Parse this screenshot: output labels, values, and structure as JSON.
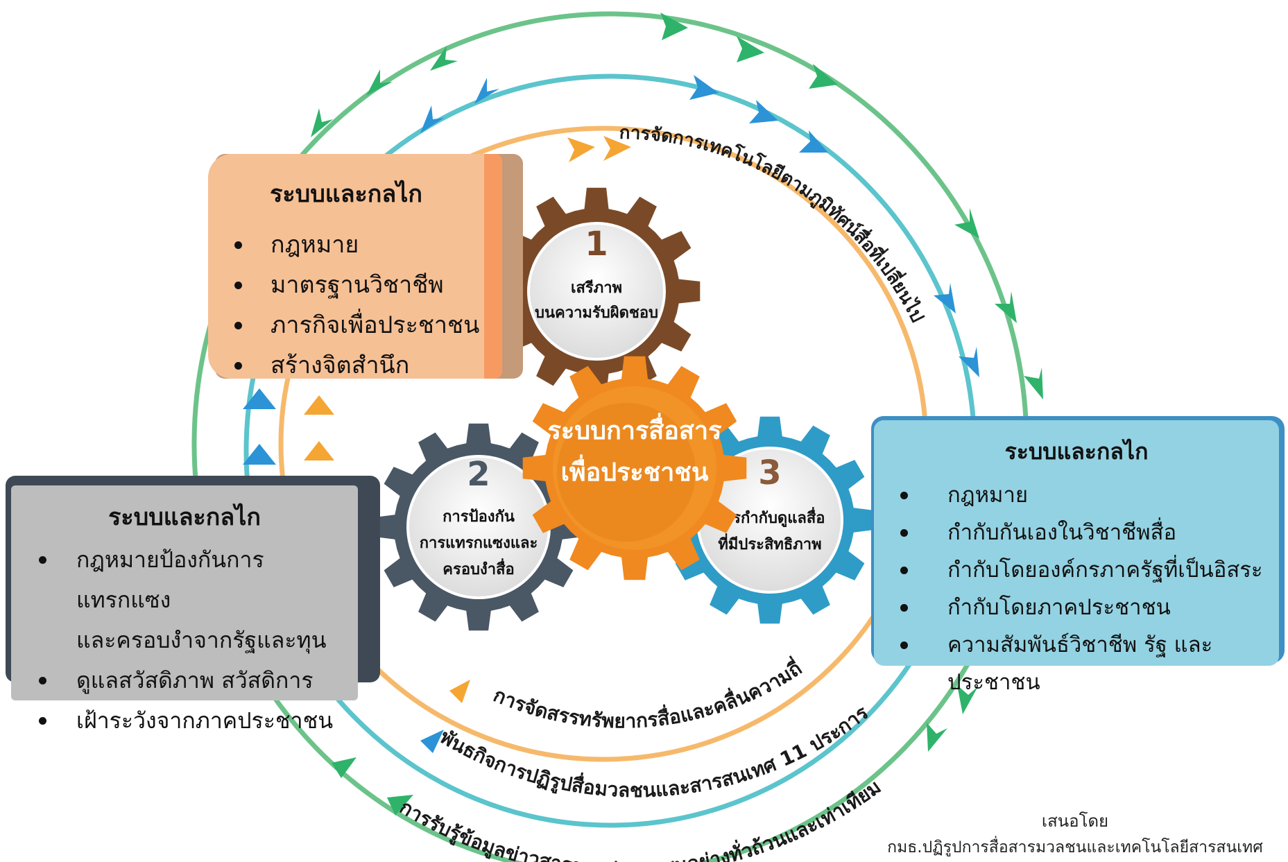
{
  "top_title_fragment": "...ฐ...",
  "core": {
    "title_line1": "ระบบการสื่อสาร",
    "title_line2": "เพื่อประชาชน"
  },
  "gears": [
    {
      "number": "1",
      "line1": "เสรีภาพ",
      "line2": "บนความรับผิดชอบ",
      "color": "#7a4a28"
    },
    {
      "number": "2",
      "line1": "การป้องกัน",
      "line2": "การแทรกแซงและ",
      "line3": "ครอบงำสื่อ",
      "color": "#4a5765"
    },
    {
      "number": "3",
      "line1": "การกำกับดูแลสื่อ",
      "line2": "ที่มีประสิทธิภาพ",
      "color": "#2e9cc7"
    }
  ],
  "rings": {
    "inner": {
      "label": "การจัดการเทคโนโลยีตามภูมิทัศน์สื่อที่เปลี่ยนไป",
      "label_bottom": "การจัดสรรทรัพยากรสื่อและคลื่นความถี่",
      "color": "#f6b96b"
    },
    "middle": {
      "label": "พันธกิจการปฏิรูปสื่อมวลชนและสารสนเทศ 11 ประการ",
      "color": "#5bc4cc"
    },
    "outer": {
      "label": "การรับรู้ข้อมูลข่าวสารของประชาชนอย่างทั่วถ้วนและเท่าเทียม",
      "color": "#6cc38a"
    }
  },
  "box_orange": {
    "title": "ระบบและกลไก",
    "items": [
      "กฎหมาย",
      "มาตรฐานวิชาชีพ",
      "ภารกิจเพื่อประชาชน",
      "สร้างจิตสำนึก"
    ]
  },
  "box_grey": {
    "title": "ระบบและกลไก",
    "items": [
      "กฎหมายป้องกันการแทรกแซง",
      "และครอบงำจากรัฐและทุน",
      "ดูแลสวัสดิภาพ สวัสดิการ",
      "เฝ้าระวังจากภาคประชาชน"
    ]
  },
  "box_blue": {
    "title": "ระบบและกลไก",
    "items": [
      "กฎหมาย",
      "กำกับกันเองในวิชาชีพสื่อ",
      "กำกับโดยองค์กรภาครัฐที่เป็นอิสระ",
      "กำกับโดยภาคประชาชน",
      "ความสัมพันธ์วิชาชีพ รัฐ และประชาชน"
    ]
  },
  "credit": {
    "label": "เสนอโดย",
    "org": "กมธ.ปฏิรูปการสื่อสารมวลชนและเทคโนโลยีสารสนเทศ"
  },
  "colors": {
    "orange_gear": "#f0891f",
    "arrow_green": "#2fb36a",
    "arrow_blue": "#2b93d6",
    "arrow_orange": "#f5a532"
  }
}
